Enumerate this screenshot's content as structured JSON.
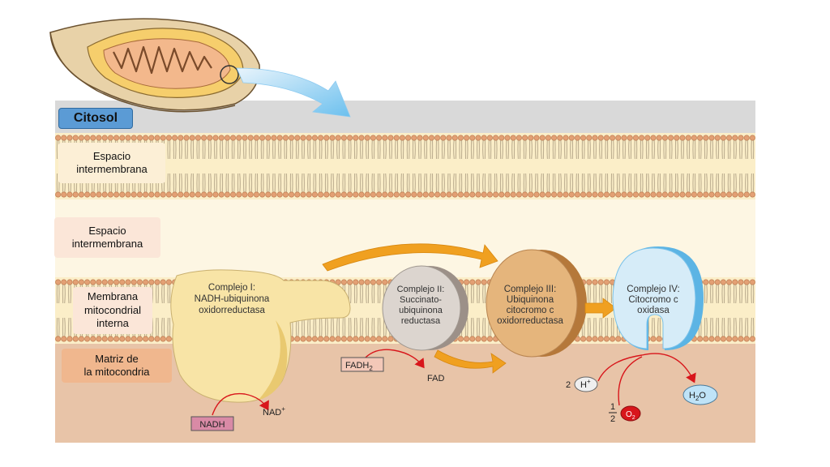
{
  "labels": {
    "citosol": "Citosol",
    "espacio_top": "Espacio\nintermembrana",
    "espacio_mid": "Espacio\nintermembrana",
    "membrana_interna": "Membrana\nmitocondrial\ninterna",
    "matriz": "Matriz de\nla mitocondria"
  },
  "complexes": [
    {
      "title": "Complejo I:",
      "line2": "NADH-ubiquinona",
      "line3": "oxidorreductasa"
    },
    {
      "title": "Complejo II:",
      "line2": "Succinato-",
      "line3": "ubiquinona",
      "line4": "reductasa"
    },
    {
      "title": "Complejo III:",
      "line2": "Ubiquinona",
      "line3": "citocromo c",
      "line4": "oxidorreductasa"
    },
    {
      "title": "Complejo IV:",
      "line2": "Citocromo c",
      "line3": "oxidasa"
    }
  ],
  "molecules": {
    "nadh": "NADH",
    "nad": "NAD",
    "nad_sup": "+",
    "fadh_main": "FADH",
    "fadh_sub": "2",
    "fad": "FAD",
    "h_coef": "2",
    "h": "H",
    "h_sup": "+",
    "half_num": "1",
    "half_den": "2",
    "o": "O",
    "o_sub": "2",
    "h2o_h": "H",
    "h2o_sub": "2",
    "h2o_o": "O"
  },
  "colors": {
    "citosol_box": "#5b9bd5",
    "cytosol_band": "#d9d9d9",
    "membrane_fill": "#fbeec8",
    "intermembrane_fill": "#fdf6e3",
    "matrix_fill": "#e8c4a8",
    "lipid_head": "#e3a074",
    "complex1": "#f8e4a6",
    "complex2": "#dcd5cf",
    "complex3": "#e5b57c",
    "complex4": "#d6ecf8",
    "arrow_orange": "#f0a020",
    "arrow_red": "#d8161b",
    "nadh_box": "#d98aa6",
    "fadh_box": "#f3c8b8"
  }
}
